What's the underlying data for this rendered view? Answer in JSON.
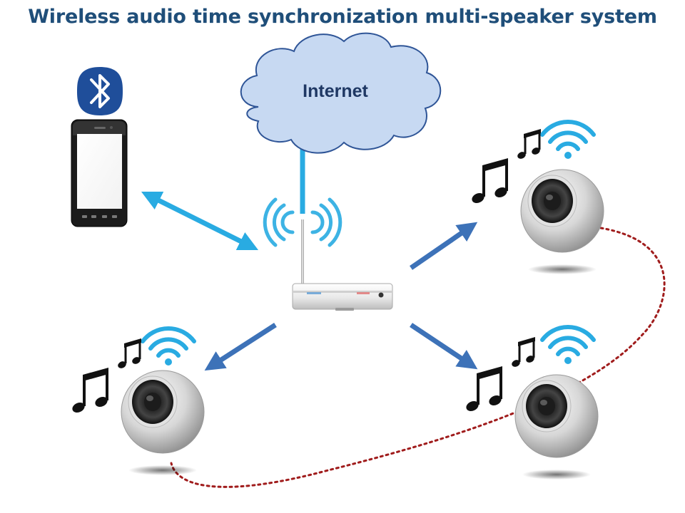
{
  "title": "Wireless audio time synchronization multi-speaker system",
  "cloud_label": "Internet",
  "nodes": [
    {
      "name": "internet-cloud"
    },
    {
      "name": "wifi-router"
    },
    {
      "name": "smartphone"
    },
    {
      "name": "bluetooth-icon"
    },
    {
      "name": "speaker-top-right"
    },
    {
      "name": "speaker-bottom-left"
    },
    {
      "name": "speaker-bottom-right"
    }
  ],
  "edges": [
    {
      "from": "internet-cloud",
      "to": "wifi-router",
      "style": "wired"
    },
    {
      "from": "smartphone",
      "to": "wifi-router",
      "style": "bidirectional-wireless"
    },
    {
      "from": "wifi-router",
      "to": "speaker-top-right",
      "style": "wireless"
    },
    {
      "from": "wifi-router",
      "to": "speaker-bottom-left",
      "style": "wireless"
    },
    {
      "from": "wifi-router",
      "to": "speaker-bottom-right",
      "style": "wireless"
    },
    {
      "from": "speaker-top-right",
      "to": "speaker-bottom-left",
      "style": "dotted-sync"
    }
  ],
  "colors": {
    "title": "#1f4e79",
    "cloud_fill": "#c7d9f2",
    "cloud_stroke": "#2f5597",
    "cloud_text": "#1f3864",
    "link_light": "#29abe2",
    "link_dark": "#3d72b8",
    "sync_dotted": "#a01c1c"
  }
}
